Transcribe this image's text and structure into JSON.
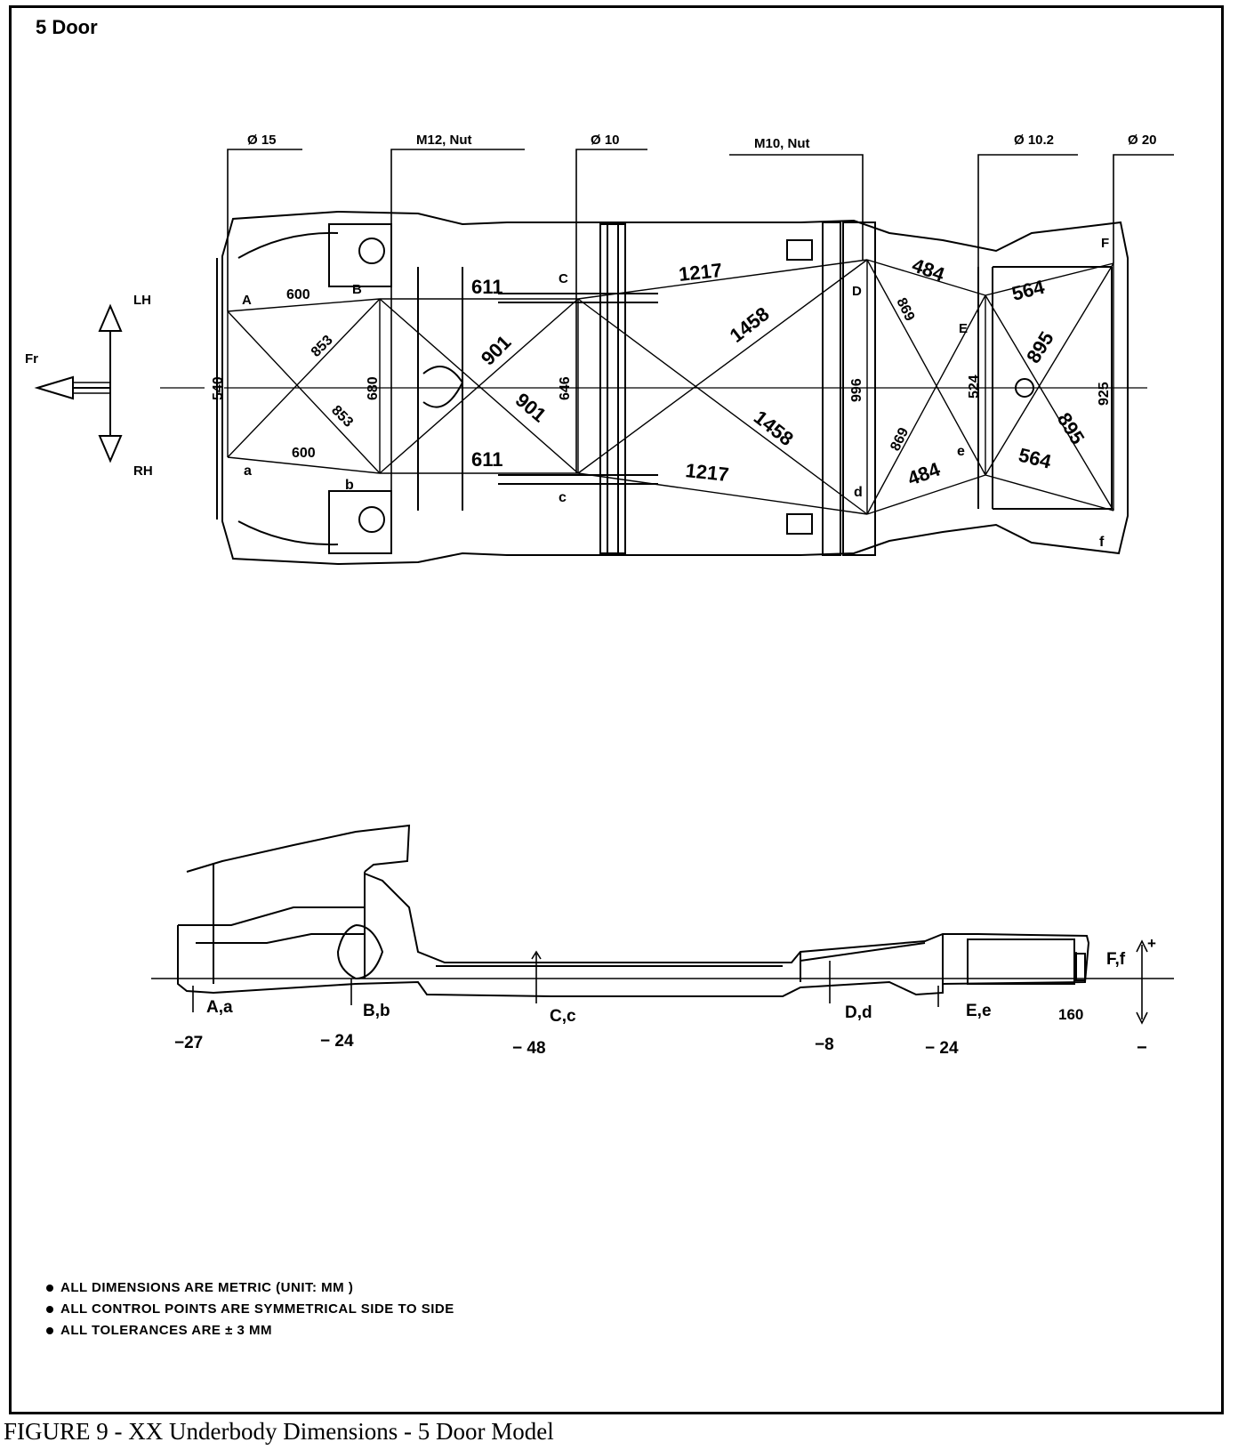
{
  "header": {
    "title": "5 Door"
  },
  "plan_view": {
    "callouts": [
      "Ø 15",
      "M12, Nut",
      "Ø 10",
      "M10, Nut",
      "Ø 10.2",
      "Ø 20"
    ],
    "orientation": {
      "lh": "LH",
      "rh": "RH",
      "front": "Fr"
    },
    "points_upper": [
      "A",
      "B",
      "C",
      "D",
      "E",
      "F"
    ],
    "points_lower": [
      "a",
      "b",
      "c",
      "d",
      "e",
      "f"
    ],
    "dimensions": {
      "a_b_top": "600",
      "a_b_bottom": "600",
      "diag_ab_1": "853",
      "diag_ab_2": "853",
      "width_a": "540",
      "width_b": "680",
      "b_c_top": "611",
      "b_c_bottom": "611",
      "diag_bc_1": "901",
      "diag_bc_2": "901",
      "width_c": "646",
      "c_d_top": "1217",
      "c_d_bottom": "1217",
      "diag_cd_1": "1458",
      "diag_cd_2": "1458",
      "width_d": "996",
      "d_e_top": "484",
      "d_e_bottom": "484",
      "diag_de_1": "869",
      "diag_de_2": "869",
      "width_e": "524",
      "e_f_top": "564",
      "e_f_bottom": "564",
      "diag_ef_1": "895",
      "diag_ef_2": "895",
      "width_f": "925"
    }
  },
  "side_view": {
    "points": [
      "A,a",
      "B,b",
      "C,c",
      "D,d",
      "E,e",
      "F,f"
    ],
    "heights": [
      "−27",
      "− 24",
      "− 48",
      "−8",
      "− 24",
      "160"
    ],
    "plus": "+",
    "minus": "−"
  },
  "notes": [
    "ALL DIMENSIONS ARE METRIC (UNIT: MM )",
    "ALL CONTROL POINTS ARE SYMMETRICAL SIDE TO SIDE",
    "ALL TOLERANCES ARE ± 3 MM"
  ],
  "caption": "FIGURE 9 - XX Underbody Dimensions - 5 Door Model"
}
